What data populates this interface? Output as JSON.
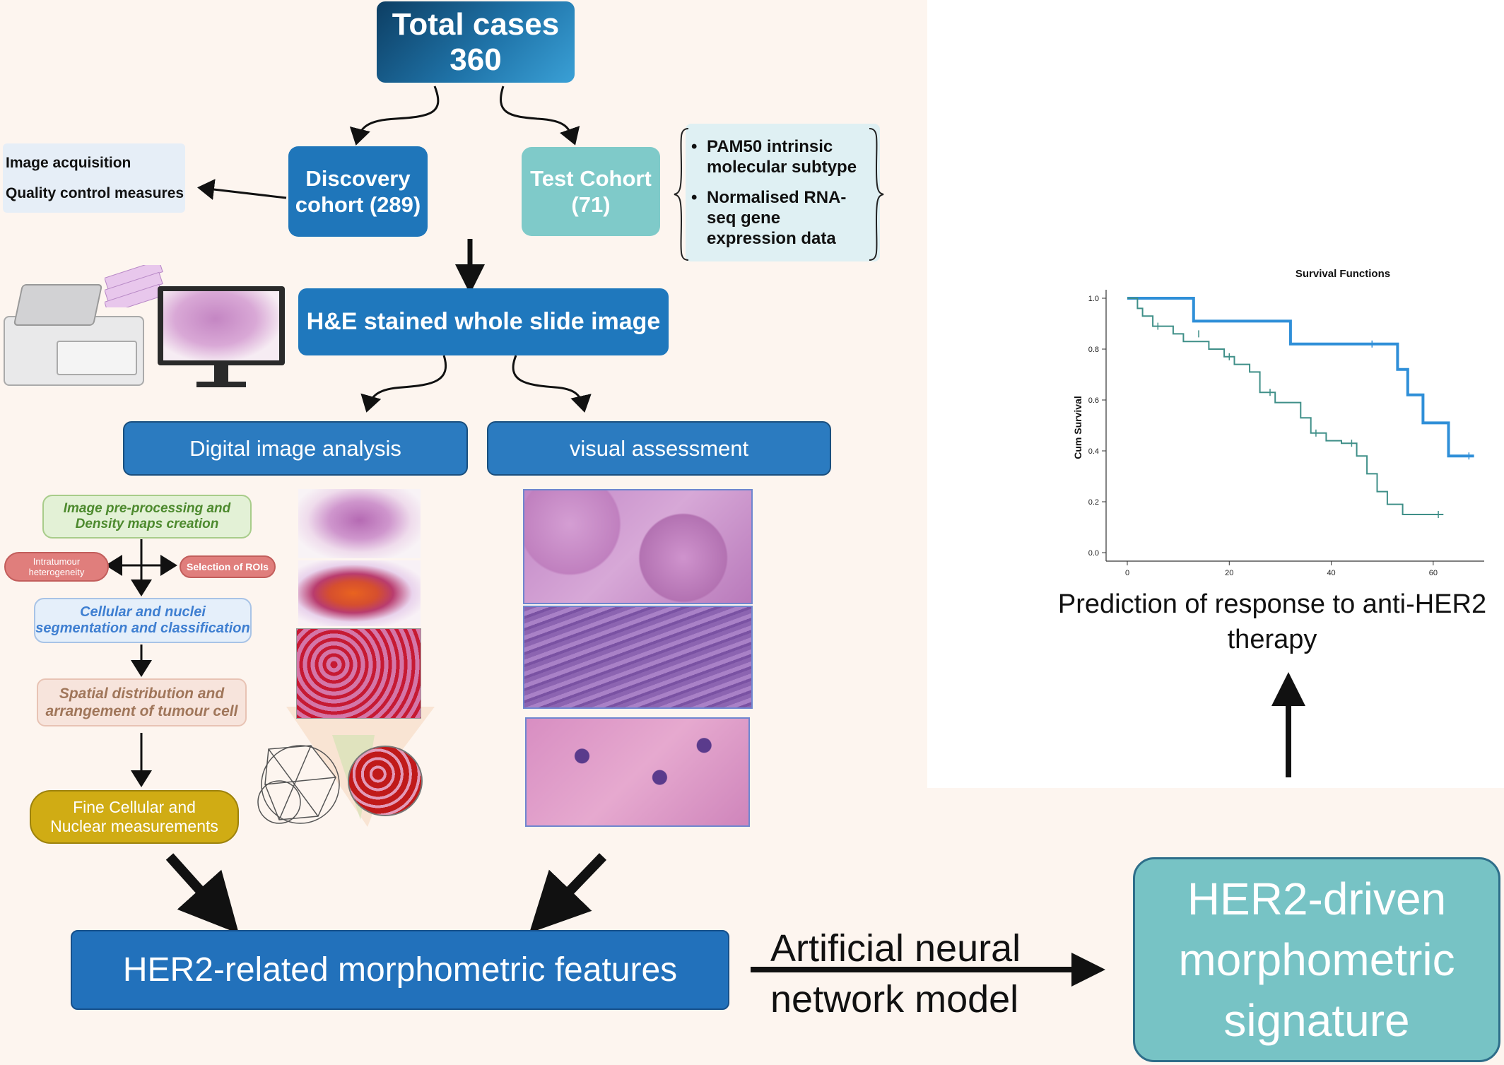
{
  "total": {
    "title": "Total cases",
    "count": "360"
  },
  "discovery": {
    "line1": "Discovery",
    "line2": "cohort (289)"
  },
  "test": {
    "line1": "Test Cohort",
    "line2": "(71)"
  },
  "qc": {
    "item1": "Image acquisition",
    "item2": "Quality control measures"
  },
  "test_data": {
    "item1_a": "PAM50 intrinsic",
    "item1_b": "molecular subtype",
    "item2_a": "Normalised RNA-",
    "item2_b": "seq gene",
    "item2_c": "expression data"
  },
  "wsi": {
    "label": "H&E stained whole slide image"
  },
  "digital": {
    "label": "Digital image analysis"
  },
  "visual": {
    "label": "visual assessment"
  },
  "steps": {
    "preproc_a": "Image pre-processing and",
    "preproc_b": "Density maps creation",
    "intratumour_a": "Intratumour",
    "intratumour_b": "heterogeneity",
    "roi": "Selection of ROIs",
    "seg_a": "Cellular and nuclei",
    "seg_b": "segmentation and classification",
    "spatial_a": "Spatial distribution and",
    "spatial_b": "arrangement of tumour cell",
    "fine_a": "Fine Cellular and",
    "fine_b": "Nuclear measurements"
  },
  "features": {
    "label": "HER2-related morphometric features"
  },
  "ann": {
    "line1": "Artificial neural",
    "line2": "network model"
  },
  "signature": {
    "line1": "HER2-driven",
    "line2": "morphometric",
    "line3": "signature"
  },
  "prediction": {
    "line1": "Prediction of response to anti-HER2",
    "line2": "therapy"
  },
  "chart_data": {
    "type": "line",
    "title": "Survival Functions",
    "ylabel": "Cum Survival",
    "xlabel": "",
    "x_ticks": [
      "0",
      "20",
      "40",
      "60"
    ],
    "y_ticks": [
      "0.0",
      "0.2",
      "0.4",
      "0.6",
      "0.8",
      "1.0"
    ],
    "xlim": [
      0,
      70
    ],
    "ylim": [
      0,
      1.0
    ],
    "series": [
      {
        "color": "#2f8fd8",
        "points": [
          [
            0,
            1.0
          ],
          [
            13,
            1.0
          ],
          [
            13,
            0.91
          ],
          [
            32,
            0.91
          ],
          [
            32,
            0.82
          ],
          [
            53,
            0.82
          ],
          [
            53,
            0.72
          ],
          [
            55,
            0.72
          ],
          [
            55,
            0.62
          ],
          [
            58,
            0.62
          ],
          [
            58,
            0.51
          ],
          [
            63,
            0.51
          ],
          [
            63,
            0.38
          ],
          [
            68,
            0.38
          ]
        ],
        "censor": [
          [
            48,
            0.82
          ],
          [
            67,
            0.38
          ]
        ]
      },
      {
        "color": "#3f8f88",
        "points": [
          [
            0,
            1.0
          ],
          [
            2,
            1.0
          ],
          [
            2,
            0.96
          ],
          [
            3,
            0.96
          ],
          [
            3,
            0.93
          ],
          [
            5,
            0.93
          ],
          [
            5,
            0.89
          ],
          [
            9,
            0.89
          ],
          [
            9,
            0.86
          ],
          [
            11,
            0.86
          ],
          [
            11,
            0.83
          ],
          [
            16,
            0.83
          ],
          [
            16,
            0.8
          ],
          [
            19,
            0.8
          ],
          [
            19,
            0.77
          ],
          [
            21,
            0.77
          ],
          [
            21,
            0.74
          ],
          [
            24,
            0.74
          ],
          [
            24,
            0.71
          ],
          [
            26,
            0.71
          ],
          [
            26,
            0.63
          ],
          [
            29,
            0.63
          ],
          [
            29,
            0.59
          ],
          [
            34,
            0.59
          ],
          [
            34,
            0.53
          ],
          [
            36,
            0.53
          ],
          [
            36,
            0.47
          ],
          [
            39,
            0.47
          ],
          [
            39,
            0.44
          ],
          [
            42,
            0.44
          ],
          [
            42,
            0.43
          ],
          [
            45,
            0.43
          ],
          [
            45,
            0.38
          ],
          [
            47,
            0.38
          ],
          [
            47,
            0.31
          ],
          [
            49,
            0.31
          ],
          [
            49,
            0.24
          ],
          [
            51,
            0.24
          ],
          [
            51,
            0.19
          ],
          [
            54,
            0.19
          ],
          [
            54,
            0.15
          ],
          [
            62,
            0.15
          ]
        ],
        "censor": [
          [
            6,
            0.89
          ],
          [
            14,
            0.86
          ],
          [
            20,
            0.77
          ],
          [
            28,
            0.63
          ],
          [
            37,
            0.47
          ],
          [
            44,
            0.43
          ],
          [
            61,
            0.15
          ]
        ]
      }
    ]
  }
}
